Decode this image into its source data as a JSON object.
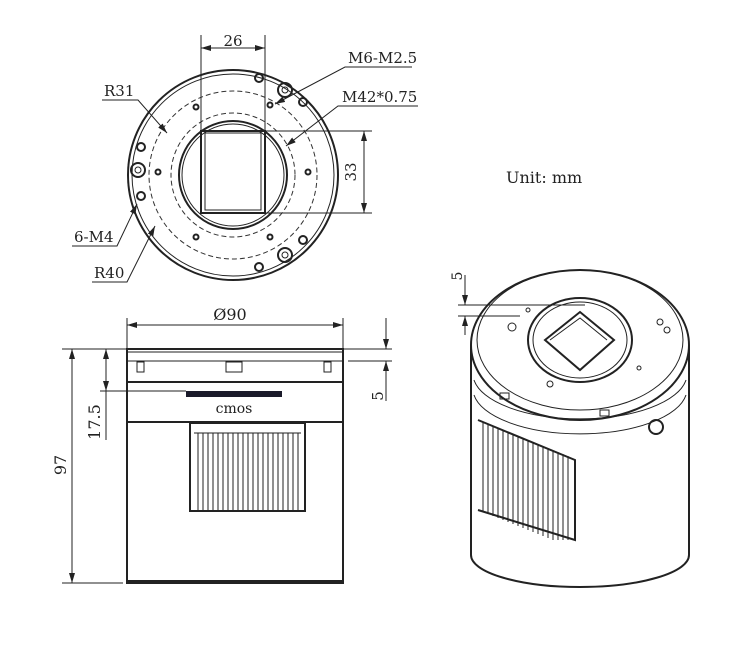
{
  "unit_label": "Unit: mm",
  "top_view": {
    "width_dim": "26",
    "height_dim": "33",
    "thread_small": "M6-M2.5",
    "thread_mount": "M42*0.75",
    "inner_radius": "R31",
    "outer_radius": "R40",
    "holes": "6-M4"
  },
  "side_view": {
    "diameter": "Ø90",
    "height": "97",
    "sensor_depth": "17.5",
    "flange": "5",
    "sensor_label": "cmos"
  },
  "iso_view": {
    "flange": "5"
  }
}
